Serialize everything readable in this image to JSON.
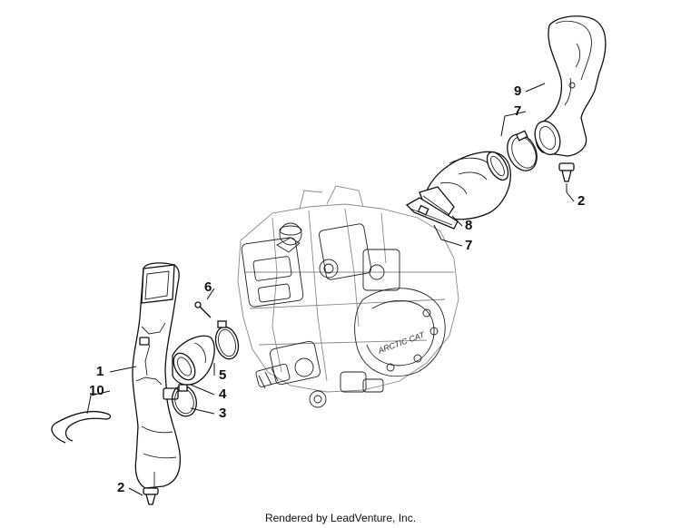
{
  "callouts": {
    "c1": "1",
    "c2a": "2",
    "c2b": "2",
    "c3": "3",
    "c4": "4",
    "c5": "5",
    "c6": "6",
    "c7a": "7",
    "c7b": "7",
    "c8": "8",
    "c9": "9",
    "c10": "10"
  },
  "footer": "Rendered by LeadVenture, Inc."
}
